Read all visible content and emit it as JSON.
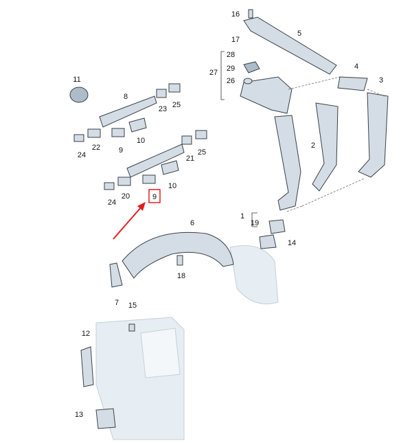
{
  "diagram": {
    "labels": [
      "16",
      "5",
      "17",
      "28",
      "27",
      "29",
      "26",
      "4",
      "3",
      "11",
      "8",
      "23",
      "25",
      "22",
      "9",
      "10",
      "24",
      "2",
      "21",
      "25",
      "24",
      "20",
      "10",
      "9",
      "1",
      "19",
      "6",
      "14",
      "18",
      "7",
      "15",
      "12",
      "13"
    ],
    "highlight_color": "#e02020",
    "highlighted_label_index": 23
  }
}
